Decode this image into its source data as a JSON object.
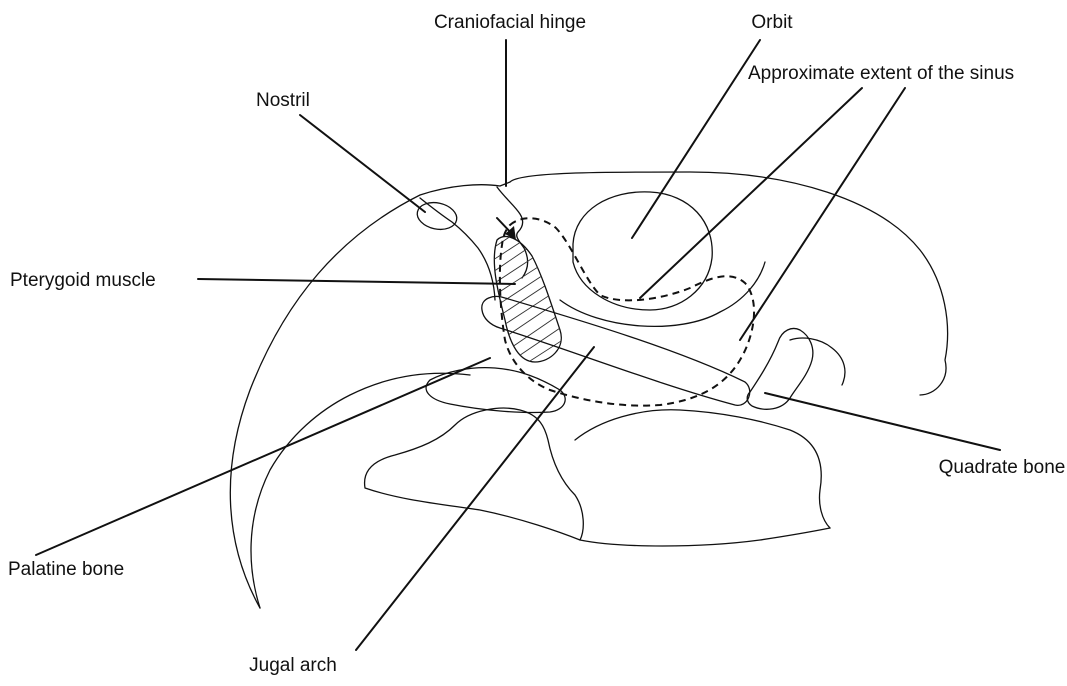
{
  "diagram": {
    "labels": {
      "craniofacial_hinge": "Craniofacial hinge",
      "orbit": "Orbit",
      "nostril": "Nostril",
      "sinus": "Approximate extent of the sinus",
      "pterygoid_muscle": "Pterygoid muscle",
      "quadrate_bone": "Quadrate bone",
      "palatine_bone": "Palatine bone",
      "jugal_arch": "Jugal arch"
    },
    "colors": {
      "line": "#111111",
      "background": "#ffffff"
    }
  }
}
